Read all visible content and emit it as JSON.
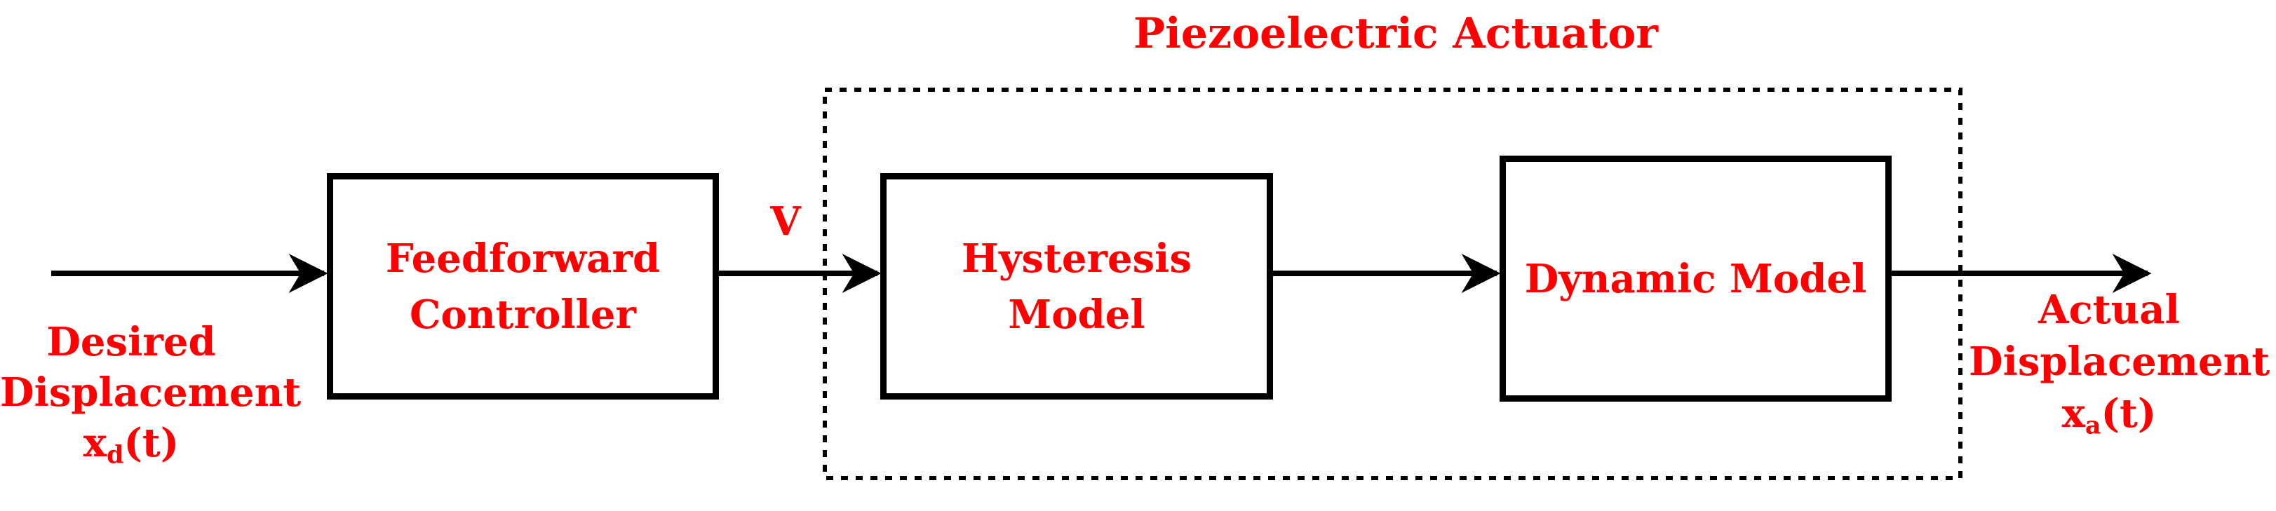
{
  "diagram": {
    "title": "Piezoelectric Actuator",
    "blocks": {
      "feedforward": {
        "label": "Feedforward\nController"
      },
      "hysteresis": {
        "label": "Hysteresis\nModel"
      },
      "dynamic": {
        "label": "Dynamic Model"
      }
    },
    "signals": {
      "voltage_label": "V",
      "input": {
        "line1": "Desired",
        "line2": "Displacement",
        "symbol": {
          "base": "x",
          "subscript": "d",
          "suffix": "(t)"
        }
      },
      "output": {
        "line1": "Actual",
        "line2": "Displacement",
        "symbol": {
          "base": "x",
          "subscript": "a",
          "suffix": "(t)"
        }
      }
    },
    "colors": {
      "text": "#fe0000",
      "line": "#000000",
      "background": "#ffffff"
    }
  }
}
